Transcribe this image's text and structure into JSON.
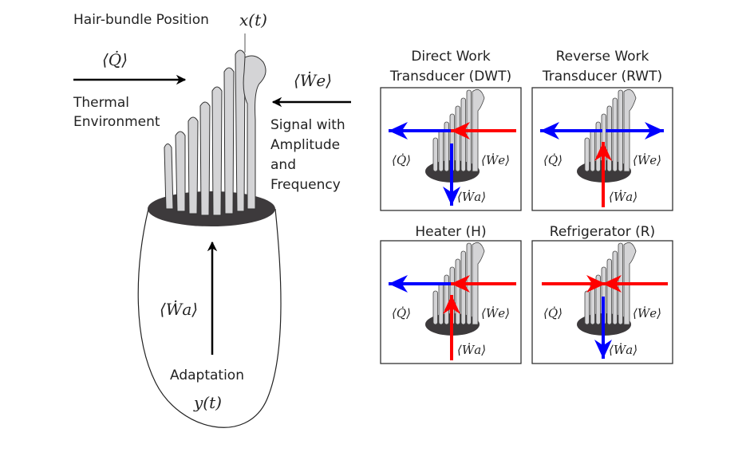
{
  "main": {
    "hair_bundle_label": "Hair-bundle Position",
    "x_label": "x(t)",
    "q_label": "⟨Q̇⟩",
    "thermal_label_1": "Thermal",
    "thermal_label_2": "Environment",
    "we_label": "⟨Ẇe⟩",
    "signal_label_1": "Signal with",
    "signal_label_2": "Amplitude",
    "signal_label_3": "and",
    "signal_label_4": "Frequency",
    "wa_label": "⟨Ẇa⟩",
    "adaptation_label": "Adaptation",
    "y_label": "y(t)"
  },
  "panels": [
    {
      "title_1": "Direct Work",
      "title_2": "Transducer (DWT)",
      "q": "⟨Q̇⟩",
      "we": "⟨Ẇe⟩",
      "wa": "⟨Ẇa⟩",
      "q_dir": "out",
      "we_dir": "in",
      "wa_dir": "out"
    },
    {
      "title_1": "Reverse Work",
      "title_2": "Transducer (RWT)",
      "q": "⟨Q̇⟩",
      "we": "⟨Ẇe⟩",
      "wa": "⟨Ẇa⟩",
      "q_dir": "out",
      "we_dir": "out",
      "wa_dir": "in"
    },
    {
      "title_1": "Heater (H)",
      "title_2": "",
      "q": "⟨Q̇⟩",
      "we": "⟨Ẇe⟩",
      "wa": "⟨Ẇa⟩",
      "q_dir": "out",
      "we_dir": "in",
      "wa_dir": "in"
    },
    {
      "title_1": "Refrigerator (R)",
      "title_2": "",
      "q": "⟨Q̇⟩",
      "we": "⟨Ẇe⟩",
      "wa": "⟨Ẇa⟩",
      "q_dir": "in",
      "we_dir": "in",
      "wa_dir": "out"
    }
  ],
  "colors": {
    "in": "#ff0000",
    "out": "#0000ff",
    "base": "#3d3a3c",
    "stereo": "#d4d4d6"
  }
}
